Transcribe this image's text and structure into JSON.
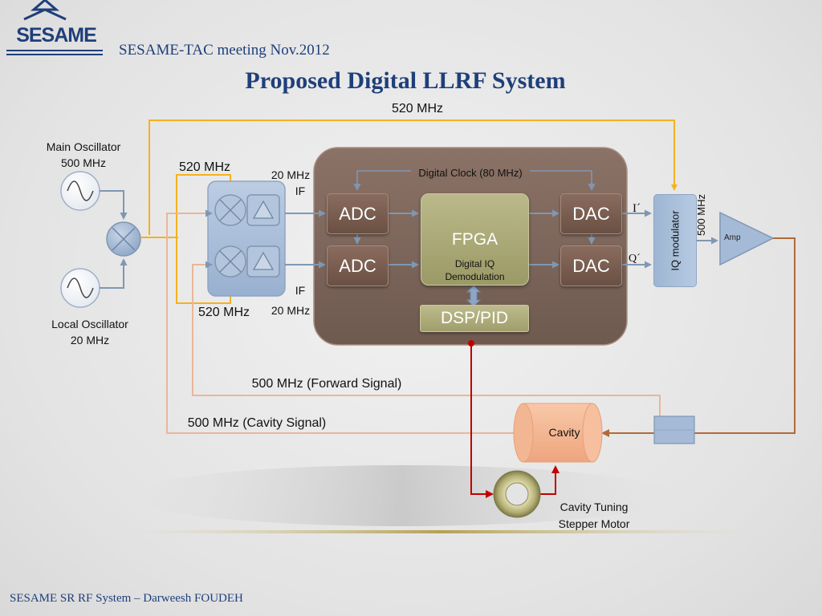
{
  "header": {
    "logo": "SESAME",
    "meeting": "SESAME-TAC meeting Nov.2012",
    "title": "Proposed Digital LLRF System"
  },
  "footer": {
    "text": "SESAME SR RF System – Darweesh FOUDEH"
  },
  "labels": {
    "top_520": "520 MHz",
    "main_osc": "Main Oscillator",
    "main_osc_freq": "500 MHz",
    "local_osc": "Local Oscillator",
    "local_osc_freq": "20 MHz",
    "lo_520_top": "520 MHz",
    "lo_520_bottom": "520 MHz",
    "if_20_top": "20 MHz",
    "if_top": "IF",
    "if_bottom": "IF",
    "if_20_bottom": "20 MHz",
    "digital_clock": "Digital Clock (80 MHz)",
    "i_prime": "I´",
    "q_prime": "Q´",
    "iq_mod_freq": "500 MHz",
    "forward_signal": "500 MHz (Forward Signal)",
    "cavity_signal": "500 MHz (Cavity Signal)",
    "tuning_line1": "Cavity Tuning",
    "tuning_line2": "Stepper Motor"
  },
  "blocks": {
    "adc1": "ADC",
    "adc2": "ADC",
    "dac1": "DAC",
    "dac2": "DAC",
    "fpga": "FPGA",
    "fpga_sub1": "Digital IQ",
    "fpga_sub2": "Demodulation",
    "dsp": "DSP/PID",
    "iq_modulator": "IQ  modulator",
    "amp": "Amp",
    "cavity": "Cavity"
  },
  "colors": {
    "title_blue": "#1f3f7a",
    "lo_yellow": "#f5b21d",
    "signal_blue": "#7f97b3",
    "rf_brown": "#b26a3a",
    "control_red": "#c00000",
    "digital_box": "#7e665b",
    "fpga_olive": "#a9a774",
    "cavity_peach": "#f2b491"
  }
}
